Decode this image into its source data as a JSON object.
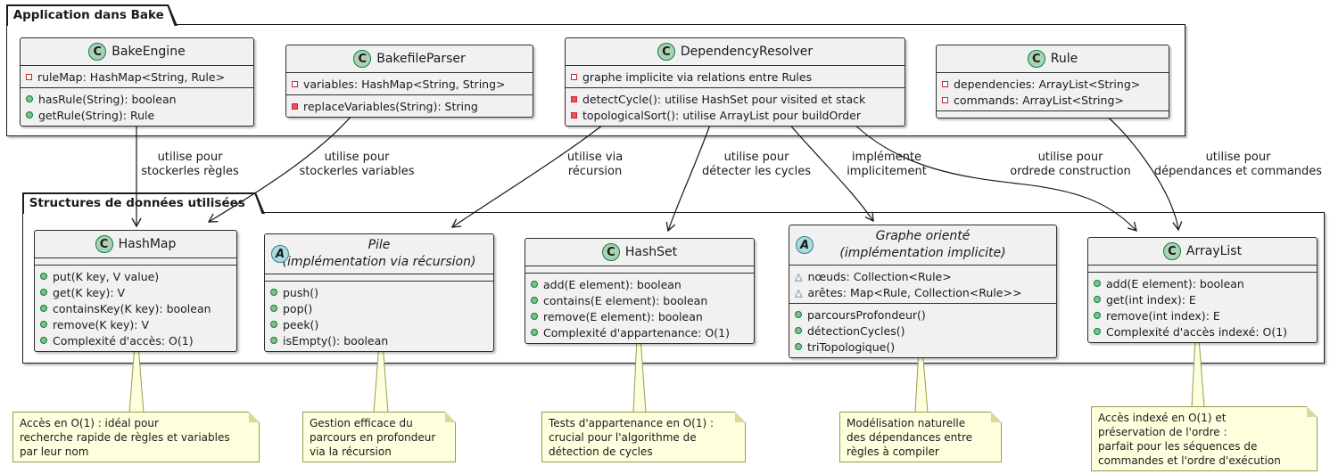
{
  "packages": {
    "app": {
      "title": "Application dans Bake"
    },
    "structs": {
      "title": "Structures de données utilisées"
    }
  },
  "classes": {
    "bake_engine": {
      "badge": "C",
      "name": "BakeEngine",
      "attrs": [
        {
          "icon": "private-field",
          "text": "ruleMap: HashMap<String, Rule>"
        }
      ],
      "methods": [
        {
          "icon": "public-method",
          "text": "hasRule(String): boolean"
        },
        {
          "icon": "public-method",
          "text": "getRule(String): Rule"
        }
      ]
    },
    "bakefile_parser": {
      "badge": "C",
      "name": "BakefileParser",
      "attrs": [
        {
          "icon": "private-field",
          "text": "variables: HashMap<String, String>"
        }
      ],
      "methods": [
        {
          "icon": "private-method",
          "text": "replaceVariables(String): String"
        }
      ]
    },
    "dependency_resolver": {
      "badge": "C",
      "name": "DependencyResolver",
      "attrs": [
        {
          "icon": "private-field",
          "text": "graphe implicite via relations entre Rules"
        }
      ],
      "methods": [
        {
          "icon": "private-method",
          "text": "detectCycle(): utilise HashSet pour visited et stack"
        },
        {
          "icon": "private-method",
          "text": "topologicalSort(): utilise ArrayList pour buildOrder"
        }
      ]
    },
    "rule": {
      "badge": "C",
      "name": "Rule",
      "attrs": [
        {
          "icon": "private-field",
          "text": "dependencies: ArrayList<String>"
        },
        {
          "icon": "private-field",
          "text": "commands: ArrayList<String>"
        }
      ],
      "methods": []
    },
    "hashmap": {
      "badge": "C",
      "name": "HashMap",
      "attrs": [],
      "methods": [
        {
          "icon": "public-method",
          "text": "put(K key, V value)"
        },
        {
          "icon": "public-method",
          "text": "get(K key): V"
        },
        {
          "icon": "public-method",
          "text": "containsKey(K key): boolean"
        },
        {
          "icon": "public-method",
          "text": "remove(K key): V"
        },
        {
          "icon": "public-method",
          "text": "Complexité d'accès: O(1)"
        }
      ]
    },
    "pile": {
      "badge": "A",
      "name": "Pile",
      "subtitle": "(implémentation via récursion)",
      "attrs": [],
      "methods": [
        {
          "icon": "public-method",
          "text": "push()"
        },
        {
          "icon": "public-method",
          "text": "pop()"
        },
        {
          "icon": "public-method",
          "text": "peek()"
        },
        {
          "icon": "public-method",
          "text": "isEmpty(): boolean"
        }
      ]
    },
    "hashset": {
      "badge": "C",
      "name": "HashSet",
      "attrs": [],
      "methods": [
        {
          "icon": "public-method",
          "text": "add(E element): boolean"
        },
        {
          "icon": "public-method",
          "text": "contains(E element): boolean"
        },
        {
          "icon": "public-method",
          "text": "remove(E element): boolean"
        },
        {
          "icon": "public-method",
          "text": "Complexité d'appartenance: O(1)"
        }
      ]
    },
    "graphe": {
      "badge": "A",
      "name": "Graphe orienté",
      "subtitle": "(implémentation implicite)",
      "attrs": [
        {
          "icon": "package-private-field",
          "text": "nœuds: Collection<Rule>"
        },
        {
          "icon": "package-private-field",
          "text": "arêtes: Map<Rule, Collection<Rule>>"
        }
      ],
      "methods": [
        {
          "icon": "public-method",
          "text": "parcoursProfondeur()"
        },
        {
          "icon": "public-method",
          "text": "détectionCycles()"
        },
        {
          "icon": "public-method",
          "text": "triTopologique()"
        }
      ]
    },
    "arraylist": {
      "badge": "C",
      "name": "ArrayList",
      "attrs": [],
      "methods": [
        {
          "icon": "public-method",
          "text": "add(E element): boolean"
        },
        {
          "icon": "public-method",
          "text": "get(int index): E"
        },
        {
          "icon": "public-method",
          "text": "remove(int index): E"
        },
        {
          "icon": "public-method",
          "text": "Complexité d'accès indexé: O(1)"
        }
      ]
    }
  },
  "edges": [
    {
      "from": "BakeEngine",
      "to": "HashMap",
      "label": [
        "utilise pour",
        "stockerles règles"
      ]
    },
    {
      "from": "BakefileParser",
      "to": "HashMap",
      "label": [
        "utilise pour",
        "stockerles variables"
      ]
    },
    {
      "from": "DependencyResolver",
      "to": "Pile",
      "label": [
        "utilise via",
        "récursion"
      ]
    },
    {
      "from": "DependencyResolver",
      "to": "HashSet",
      "label": [
        "utilise pour",
        "détecter les cycles"
      ]
    },
    {
      "from": "DependencyResolver",
      "to": "Graphe orienté",
      "label": [
        "implémente",
        "implicitement"
      ]
    },
    {
      "from": "DependencyResolver",
      "to": "ArrayList",
      "label": [
        "utilise pour",
        "ordrede construction"
      ]
    },
    {
      "from": "Rule",
      "to": "ArrayList",
      "label": [
        "utilise pour",
        "dépendances et commandes"
      ]
    }
  ],
  "notes": [
    {
      "lines": [
        "Accès en O(1) : idéal pour",
        "recherche rapide de règles et variables",
        "par leur nom"
      ]
    },
    {
      "lines": [
        "Gestion efficace du",
        "parcours en profondeur",
        "via la récursion"
      ]
    },
    {
      "lines": [
        "Tests d'appartenance en O(1) :",
        "crucial pour l'algorithme de",
        "détection de cycles"
      ]
    },
    {
      "lines": [
        "Modélisation naturelle",
        "des dépendances entre",
        "règles à compiler"
      ]
    },
    {
      "lines": [
        "Accès indexé en O(1) et",
        "préservation de l'ordre :",
        "parfait pour les séquences de",
        "commandes et l'ordre d'exécution"
      ]
    }
  ],
  "colors": {
    "class_fill": "#F1F1F1",
    "class_border": "#2e2e2e",
    "note_fill": "#FEFFDD",
    "note_border": "#9a9a4a",
    "badge_class": "#ADD1B2",
    "badge_abstract": "#A9DCDF",
    "public_method_icon": "#84BE84",
    "private_field_icon": "#C82930",
    "private_method_icon": "#F24D5C",
    "package_private_icon": "#1F6AA5",
    "edge_line": "#181818"
  }
}
